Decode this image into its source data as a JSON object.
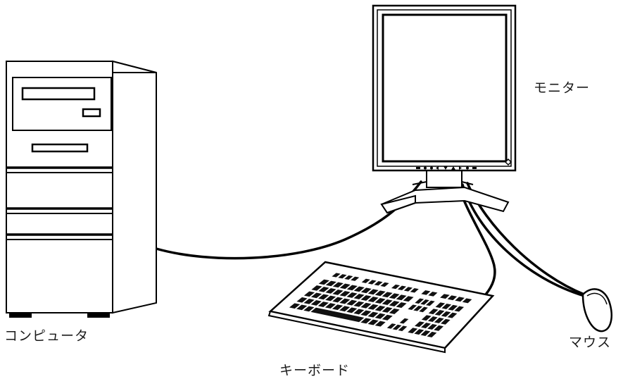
{
  "labels": {
    "computer": "コンピュータ",
    "monitor": "モニター",
    "keyboard": "キーボード",
    "mouse": "マウス"
  },
  "colors": {
    "line": "#000000",
    "fill": "#ffffff"
  }
}
